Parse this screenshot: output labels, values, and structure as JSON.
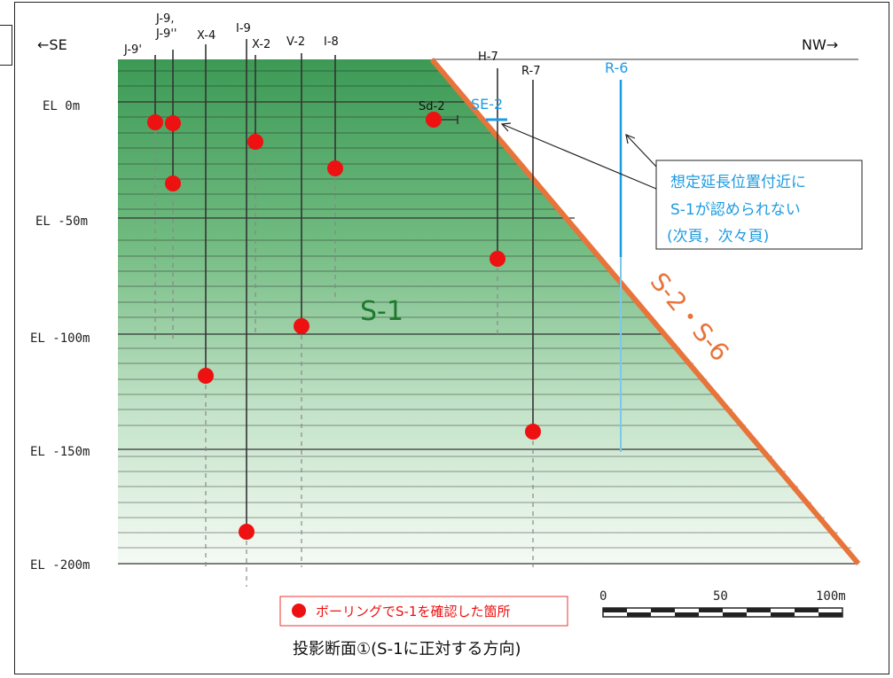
{
  "direction": {
    "left": "←SE",
    "right": "NW→"
  },
  "elevation_labels": [
    "EL 0m",
    "EL -50m",
    "EL -100m",
    "EL -150m",
    "EL -200m"
  ],
  "boreholes": {
    "J9p": "J-9'",
    "J9c": "J-9,",
    "J9pp": "J-9''",
    "X4": "X-4",
    "I9": "I-9",
    "X2": "X-2",
    "V2": "V-2",
    "I8": "I-8",
    "Sd2": "Sd-2",
    "H7": "H-7",
    "R7": "R-7",
    "R6": "R-6",
    "SE2": "SE-2"
  },
  "fault_labels": {
    "s1": "S-1",
    "s2s6": "S-2・S-6"
  },
  "callout": {
    "lines": [
      "想定延長位置付近に",
      "S-1が認められない",
      "(次頁，次々頁)"
    ]
  },
  "legend": {
    "label": "ボーリングでS-1を確認した箇所"
  },
  "scale": {
    "labels": [
      "0",
      "50",
      "100m"
    ]
  },
  "caption": "投影断面①(S-1に正対する方向)",
  "colors": {
    "green_dark": "#3c9a55",
    "fault_orange": "#e8743b",
    "blue": "#1e9be0",
    "dot_red": "#ee1111",
    "text_green": "#1e7a2e"
  }
}
